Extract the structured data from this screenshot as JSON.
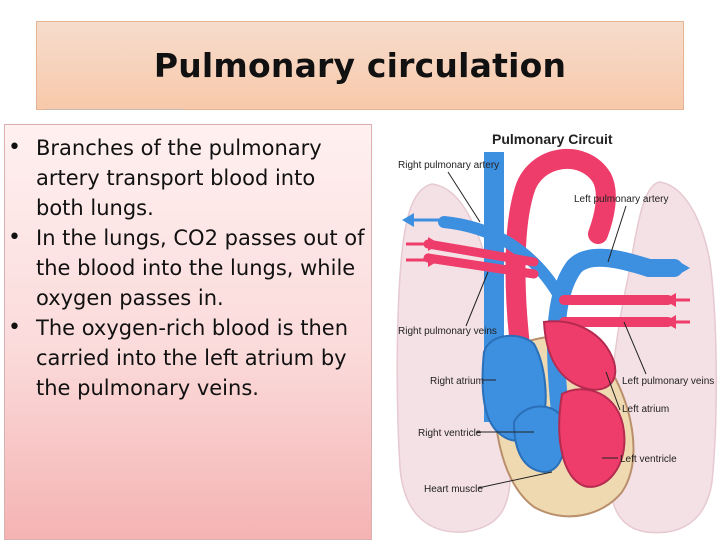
{
  "slide": {
    "title": "Pulmonary circulation",
    "bullets": [
      "Branches of the pulmonary artery transport blood into both lungs.",
      "In the lungs, CO2 passes out of the blood into the lungs, while oxygen passes in.",
      "The oxygen-rich blood is then carried into the left atrium by the pulmonary veins."
    ],
    "bullet_symbol": "•"
  },
  "diagram": {
    "title": "Pulmonary Circuit",
    "labels": {
      "right_pulmonary_artery": "Right pulmonary artery",
      "left_pulmonary_artery": "Left pulmonary artery",
      "right_pulmonary_veins": "Right pulmonary veins",
      "right_atrium": "Right atrium",
      "right_ventricle": "Right ventricle",
      "heart_muscle": "Heart muscle",
      "left_pulmonary_veins": "Left pulmonary veins",
      "left_atrium": "Left atrium",
      "left_ventricle": "Left ventricle"
    },
    "colors": {
      "deoxygenated": "#3d8fe0",
      "oxygenated": "#ee3d6a",
      "lung": "#f3dfe4",
      "heart_muscle": "#efd9b0"
    }
  }
}
